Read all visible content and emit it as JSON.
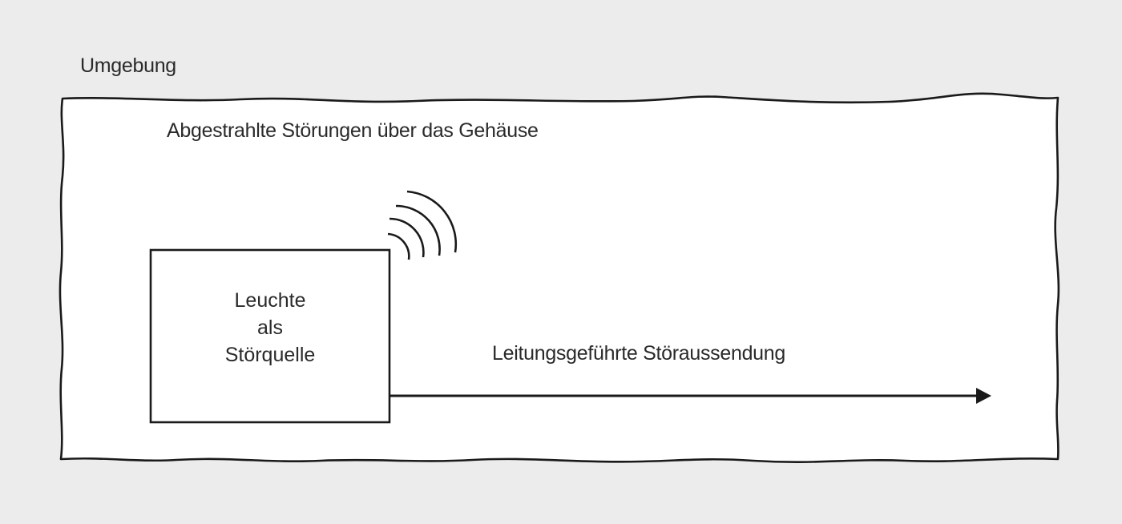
{
  "environment": {
    "label": "Umgebung"
  },
  "housing_radiation": {
    "label": "Abgestrahlte Störungen über das Gehäuse"
  },
  "source": {
    "lines": [
      "Leuchte",
      "als",
      "Störquelle"
    ]
  },
  "conducted_emission": {
    "label": "Leitungsgeführte Störaussendung"
  },
  "colors": {
    "background": "#ececec",
    "panel": "#ffffff",
    "stroke": "#1a1a1a"
  },
  "icons": {
    "radiation": "radio-waves-icon",
    "arrow": "arrow-right-icon"
  }
}
